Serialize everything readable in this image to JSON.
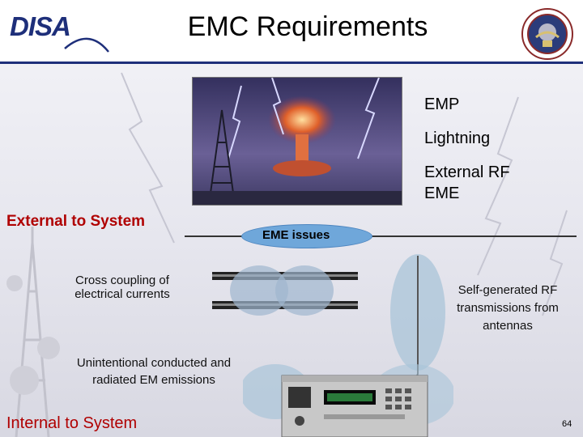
{
  "header": {
    "logo_text": "DISA",
    "title": "EMC Requirements"
  },
  "threats": {
    "items": [
      "EMP",
      "Lightning",
      "External RF EME"
    ]
  },
  "sections": {
    "external_label": "External to System",
    "eme_issues_label": "EME issues",
    "internal_label": "Internal to System"
  },
  "notes": {
    "cross_coupling": "Cross coupling of electrical currents",
    "self_generated": "Self-generated RF transmissions from antennas",
    "unintentional": "Unintentional conducted and radiated EM emissions"
  },
  "footer": {
    "page_number": "64"
  },
  "colors": {
    "accent_blue": "#1e2f7a",
    "label_red": "#b00000",
    "eme_badge": "#6fa7da"
  }
}
